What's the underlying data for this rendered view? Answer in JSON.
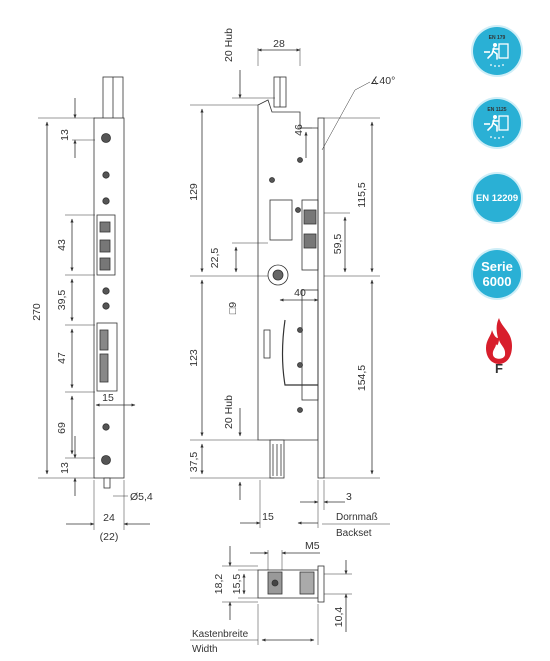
{
  "front_view": {
    "dims": [
      "13",
      "43",
      "270",
      "39,5",
      "47",
      "69",
      "13",
      "15",
      "24",
      "(22)",
      "Ø5,4"
    ]
  },
  "side_view": {
    "dims": [
      "20 Hub",
      "28",
      "∡40°",
      "46",
      "129",
      "115,5",
      "22,5",
      "59,5",
      "□9",
      "40",
      "123",
      "154,5",
      "20 Hub",
      "37,5",
      "15",
      "3"
    ],
    "backset_label_de": "Dornmaß",
    "backset_label_en": "Backset"
  },
  "bottom_view": {
    "dims": [
      "M5",
      "18,2",
      "15,5",
      "10,4"
    ],
    "width_label_de": "Kastenbreite",
    "width_label_en": "Width"
  },
  "badges": {
    "en179_text": "EN 179",
    "en1125_text": "EN 1125",
    "en12209": "EN 12209",
    "series_line1": "Serie",
    "series_line2": "6000",
    "fire_letter": "F"
  },
  "colors": {
    "badge": "#2ab0d5",
    "fire_red": "#d81e2c"
  }
}
